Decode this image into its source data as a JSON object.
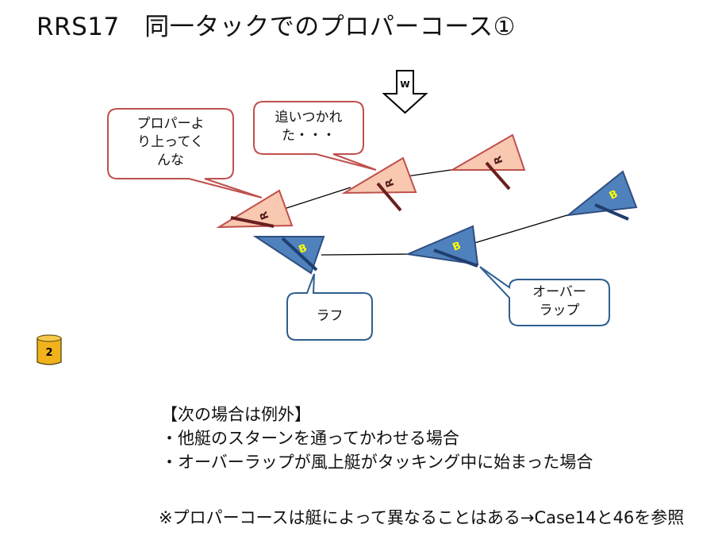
{
  "title": "RRS17　同一タックでのプロパーコース①",
  "wind_label": "W",
  "boats": {
    "red_label": "R",
    "blue_label": "B"
  },
  "callouts": {
    "proper_course": [
      "プロパーよ",
      "り上ってく",
      "んな"
    ],
    "overtaken": [
      "追いつかれ",
      "た・・・"
    ],
    "leeward": "ラフ",
    "overlap": [
      "オーバー",
      "ラップ"
    ]
  },
  "badge_number": "2",
  "notes": {
    "heading": "【次の場合は例外】",
    "items": [
      "・他艇のスターンを通ってかわせる場合",
      "・オーバーラップが風上艇がタッキング中に始まった場合"
    ]
  },
  "footnote": "※プロパーコースは艇によって異なることはある→Case14と46を参照",
  "colors": {
    "red_boat_fill": "#f8c8b0",
    "red_boat_stroke": "#c0504d",
    "red_sail": "#6b1f1f",
    "blue_boat_fill": "#4f81bd",
    "blue_boat_stroke": "#2f4f7f",
    "blue_sail": "#1f3f6f",
    "blue_boat_label": "#ffff00",
    "callout_stroke_red": "#c0504d",
    "callout_stroke_blue": "#2f5f8f",
    "badge_fill": "#f2b21c"
  }
}
